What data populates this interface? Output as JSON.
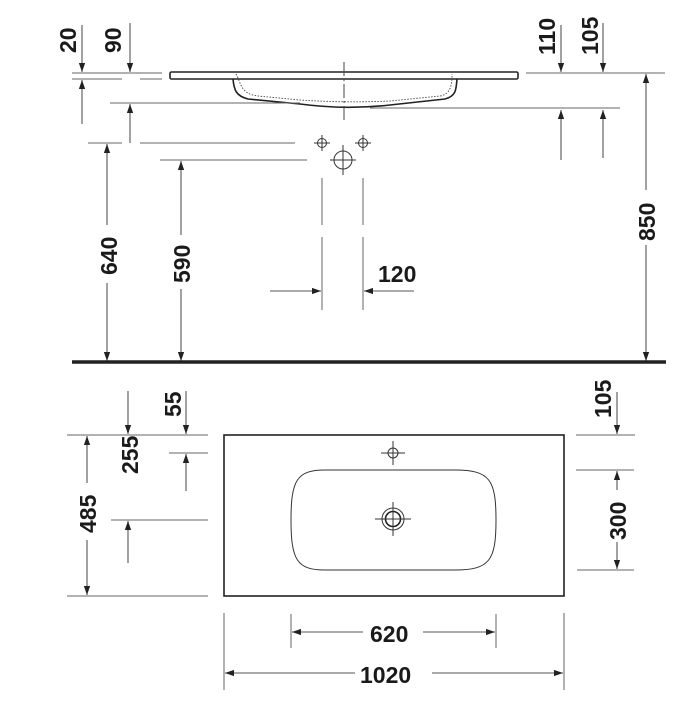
{
  "drawing": {
    "subject": "washbasin technical drawing",
    "unit": "mm",
    "side_view": {
      "dimensions": {
        "rim_thickness": "20",
        "bowl_depth": "90",
        "overflow_top": "110",
        "overflow_offset": "105",
        "tap_hole_height": "640",
        "waste_height": "590",
        "waste_offset": "120",
        "total_height": "850"
      }
    },
    "top_view": {
      "dimensions": {
        "tap_hole_from_back": "55",
        "waste_from_back": "255",
        "depth": "485",
        "bowl_from_back": "105",
        "bowl_depth": "300",
        "bowl_width": "620",
        "total_width": "1020"
      }
    }
  }
}
